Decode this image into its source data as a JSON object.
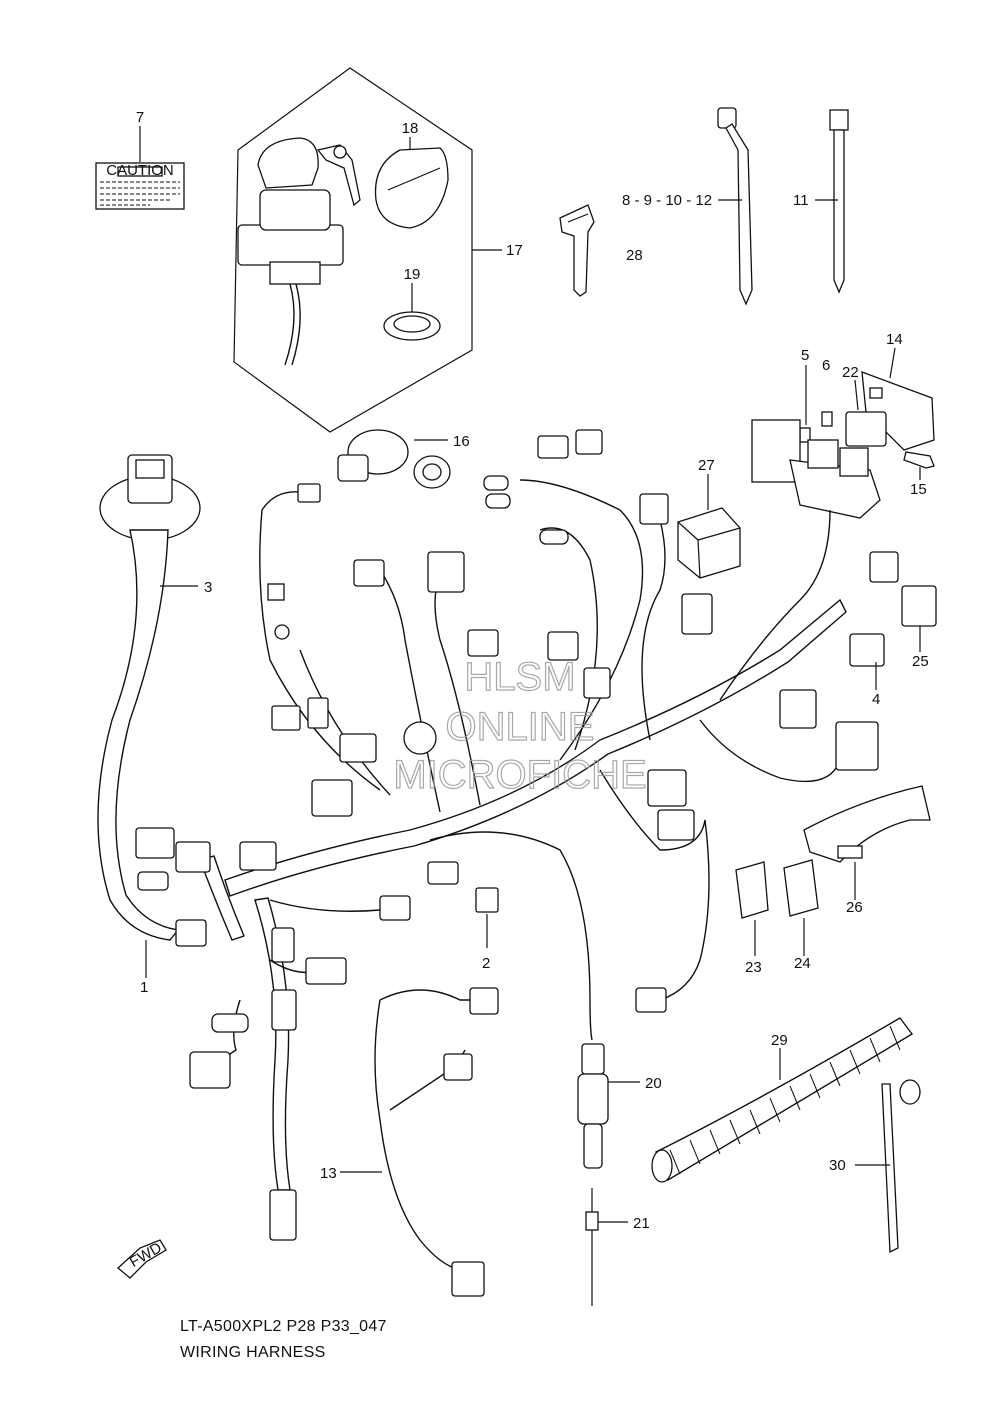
{
  "caption_label": "CAUTION",
  "fwd_label": "FWD",
  "watermark": [
    "HLSM",
    "ONLINE",
    "MICROFICHE"
  ],
  "footer": {
    "code": "LT-A500XPL2 P28 P33_047",
    "title": "WIRING HARNESS"
  },
  "callouts": {
    "c1": "1",
    "c2": "2",
    "c3": "3",
    "c4": "4",
    "c5": "5",
    "c6": "6",
    "c7": "7",
    "c8": "8 - 9 - 10 - 12",
    "c11": "11",
    "c13": "13",
    "c14": "14",
    "c15": "15",
    "c16": "16",
    "c17": "17",
    "c18": "18",
    "c19": "19",
    "c20": "20",
    "c21": "21",
    "c22": "22",
    "c23": "23",
    "c24": "24",
    "c25": "25",
    "c26": "26",
    "c27": "27",
    "c28": "28",
    "c29": "29",
    "c30": "30"
  }
}
